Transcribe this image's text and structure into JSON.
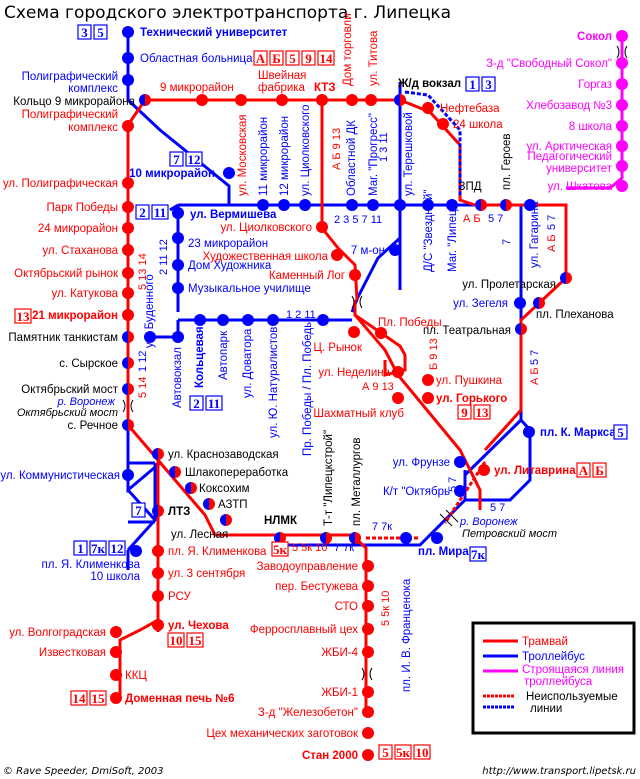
{
  "title": "Схема городского электротранспорта г. Липецка",
  "colors": {
    "tram": "#ff0000",
    "trolleybus": "#0000ff",
    "under_construction": "#ff00ff",
    "text_black": "#000000"
  },
  "legend": {
    "tram": "Трамвай",
    "trolleybus": "Троллейбус",
    "construction_line1": "Строящаяся линия",
    "construction_line2": "троллейбуса",
    "unused_line1": "Неиспользуемые",
    "unused_line2": "линии"
  },
  "credits": {
    "author": "© Rave Speeder, DmiSoft, 2003",
    "url": "http://www.transport.lipetsk.ru"
  },
  "stations": {
    "tech_univ": "Технический университет",
    "obl_hospital": "Областная больница",
    "poligraf_blue1": "Полиграфический",
    "poligraf_blue2": "комплекс",
    "ring9": "Кольцо 9 микрорайона",
    "poligraf_red1": "Полиграфический",
    "poligraf_red2": "комплекс",
    "mkr9": "9 микрорайон",
    "shveinaya1": "Швейная",
    "shveinaya2": "фабрика",
    "ktz": "КТЗ",
    "dom_torgovli": "Дом торговли",
    "titova": "ул. Титова",
    "rail_station": "Ж/д вокзал",
    "neftebaza": "Нефтебаза",
    "school24": "24 школа",
    "sokol": "Сокол",
    "svob_sokol": "З-д \"Свободный Сокол\"",
    "gorgaz": "Горгаз",
    "hlebozavod": "Хлебозавод №3",
    "school8": "8 школа",
    "arkticheskaya": "ул. Арктическая",
    "ped_univ1": "Педагогический",
    "ped_univ2": "университет",
    "shkatova": "ул. Шкатова",
    "mkr10": "10 микрорайон",
    "moskovskaya": "ул. Московская",
    "mkr11": "11 микрорайон",
    "mkr12": "12 микрорайон",
    "tsiolk_blue": "ул. Циолковского",
    "obl_dk": "Областной ДК",
    "progress": "Маг. \"Прогресс\"",
    "tereshkovoy": "ул. Терешковой",
    "zvezdny": "Д/С \"Звездный\"",
    "lipetsk_shop": "Маг. \"Липецк\"",
    "zpd": "ЗПД",
    "pl_geroev": "пл. Героев",
    "gagarina": "ул. Гагарина",
    "poligraficheskaya": "ул. Полиграфическая",
    "park_pobedy": "Парк Победы",
    "mkr24": "24 микрорайон",
    "stakhanova": "ул. Стаханова",
    "okt_rynok": "Октябрьский рынок",
    "katukova": "ул. Катукова",
    "mkr21": "21 микрорайон",
    "vermisheva": "ул. Вермишева",
    "tsiolk_red": "ул. Циолковского",
    "mkr23": "23 микрорайон",
    "art_school": "Художественная школа",
    "dom_hud": "Дом Художника",
    "kamenny_log": "Каменный Лог",
    "music_school": "Музыкальное училище",
    "mon7": "7 м-он",
    "budennogo": "ул. Буденного",
    "proletarskaya": "ул. Пролетарская",
    "zegelya": "ул. Зегеля",
    "plekhanova": "пл. Плеханова",
    "teatralnaya": "пл. Театральная",
    "pamyatnik": "Памятник танкистам",
    "syrskoe": "с. Сырское",
    "okt_most": "Октябрьский мост",
    "river_voronezh": "р. Воронеж",
    "okt_most_it": "Октябрьский мост",
    "rechnoe": "с. Речное",
    "avtovokzal": "Автовокзал",
    "koltsevaya": "Кольцевая",
    "avtopark": "Автопарк",
    "dovatora": "ул. Доватора",
    "naturalistov": "ул. Ю. Натуралистов",
    "pr_pobedy": "Пр. Победы / Пл. Победы",
    "pl_pobedy": "Пл. Победы",
    "ts_rynok": "Ц. Рынок",
    "nedelina": "ул. Неделина",
    "pushkina": "ул. Пушкина",
    "gorkogo": "ул. Горького",
    "chess": "Шахматный клуб",
    "k_marksa": "пл. К. Маркса",
    "frunze": "ул. Фрунзе",
    "litavrina": "ул. Литаврина",
    "oktyabr": "К/т \"Октябрь",
    "petr_most": "Петровский мост",
    "river_voronezh2": "р. Воронеж",
    "krasnozavodskaya": "ул. Краснозаводская",
    "kommunisticheskaya": "ул. Коммунистическая",
    "shlak": "Шлакопереработка",
    "koksohim": "Коксохим",
    "aztp": "АЗТП",
    "ltz": "ЛТЗ",
    "lesnaya": "ул. Лесная",
    "nlmk": "НЛМК",
    "lipetskstroy": "Т-т \"Липецкстрой\"",
    "metallurgov": "пл. Металлургов",
    "frantsenoka": "пл. И. В. Франценока",
    "pl_mira": "пл. Мира",
    "klimenkova_blue1": "пл. Я. Клименкова",
    "klimenkova_blue2": "10 школа",
    "klimenkova_red": "пл. Я. Клименкова",
    "sept3": "ул. 3 сентября",
    "rsu": "РСУ",
    "chekhova": "ул. Чехова",
    "volgogradskaya": "ул. Волгоградская",
    "izvestkovaya": "Известковая",
    "kkts": "ККЦ",
    "domna6": "Доменная печь №6",
    "zavodoupr": "Заводоуправление",
    "bestuzheva": "пер. Бестужева",
    "sto": "СТО",
    "ferro": "Ферросплавный цех",
    "zhbi4": "ЖБИ-4",
    "zhbi1": "ЖБИ-1",
    "zhelezobeton": "З-д \"Железобетон\"",
    "mech_zag": "Цех механических заготовок",
    "stan2000": "Стан 2000"
  },
  "route_boxes": {
    "tech_univ": [
      "3",
      "5"
    ],
    "obl_hospital": [
      "А",
      "Б",
      "5",
      "9",
      "14"
    ],
    "rail_station": [
      "1",
      "3"
    ],
    "mkr10": [
      "7",
      "12"
    ],
    "vermisheva": [
      "2",
      "11"
    ],
    "mkr21": [
      "13"
    ],
    "koltsevaya": [
      "2",
      "11"
    ],
    "gorkogo": [
      "9",
      "13"
    ],
    "k_marksa": [
      "5"
    ],
    "litavrina": [
      "А",
      "Б"
    ],
    "ltz": [
      "7"
    ],
    "klimenkova_blue": [
      "1",
      "7к",
      "12"
    ],
    "nlmk": [
      "5к"
    ],
    "pl_mira": [
      "7к"
    ],
    "chekhova": [
      "10",
      "15"
    ],
    "domna6": [
      "14",
      "15"
    ],
    "stan2000": [
      "5",
      "5к",
      "10"
    ]
  },
  "route_labels": {
    "west_tram": "5 13 14",
    "budennogo_trolley": "2 11 12",
    "ktz_tram": "А Б 9 13",
    "tereshkovoy_trolley": "1 3 11",
    "main_trolley": "2 3 5 7 11",
    "zpd_tram": "А Б",
    "zpd_trolley": "5 7",
    "gagarina_trolley": "7",
    "gagarina_tram": "А Б",
    "gagarina_trolley2": "5 7",
    "naturalistov_trolley": "1 2 11",
    "pushkina_tram": "Б 9 13",
    "nedelina_tram": "А 9 13",
    "teatralnaya_tram": "А Б",
    "teatralnaya_trolley": "5 7",
    "rechnoe_tram": "5 14",
    "rechnoe_trolley": "1 12",
    "frunze_trolley": "5 7",
    "oktyabr_trolley": "5 7",
    "nlmk_tram": "5 5к 10",
    "nlmk_trolley": "7 7к",
    "metallurgov_trolley": "7 7к",
    "zavod_tram": "5 5к 10"
  }
}
